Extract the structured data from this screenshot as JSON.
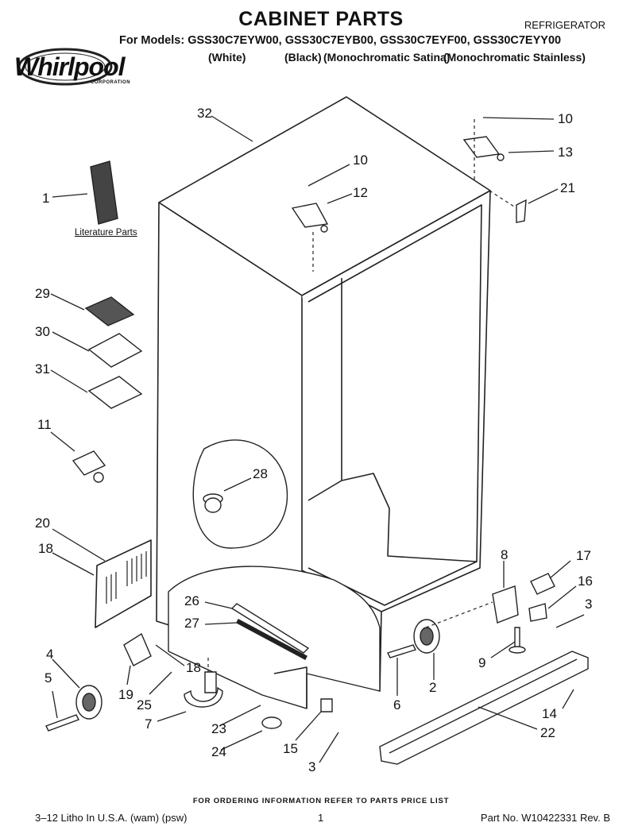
{
  "header": {
    "title": "CABINET PARTS",
    "category": "REFRIGERATOR",
    "models_line": "For Models: GSS30C7EYW00, GSS30C7EYB00, GSS30C7EYF00, GSS30C7EYY00",
    "colors": [
      "(White)",
      "(Black)",
      "(Monochromatic Satina)",
      "(Monochromatic Stainless)"
    ]
  },
  "logo": {
    "brand": "Whirlpool",
    "subtitle": "CORPORATION"
  },
  "diagram": {
    "literature_label": "Literature Parts",
    "callouts": [
      "32",
      "10",
      "13",
      "10",
      "12",
      "21",
      "1",
      "29",
      "30",
      "31",
      "11",
      "28",
      "20",
      "18",
      "8",
      "17",
      "16",
      "3",
      "26",
      "27",
      "4",
      "5",
      "18",
      "19",
      "25",
      "7",
      "23",
      "24",
      "15",
      "3",
      "9",
      "2",
      "6",
      "14",
      "22"
    ]
  },
  "footer": {
    "order_note": "FOR ORDERING INFORMATION REFER TO PARTS PRICE LIST",
    "litho": "3–12 Litho In U.S.A. (wam) (psw)",
    "page": "1",
    "part_no": "Part No. W10422331 Rev. B"
  }
}
